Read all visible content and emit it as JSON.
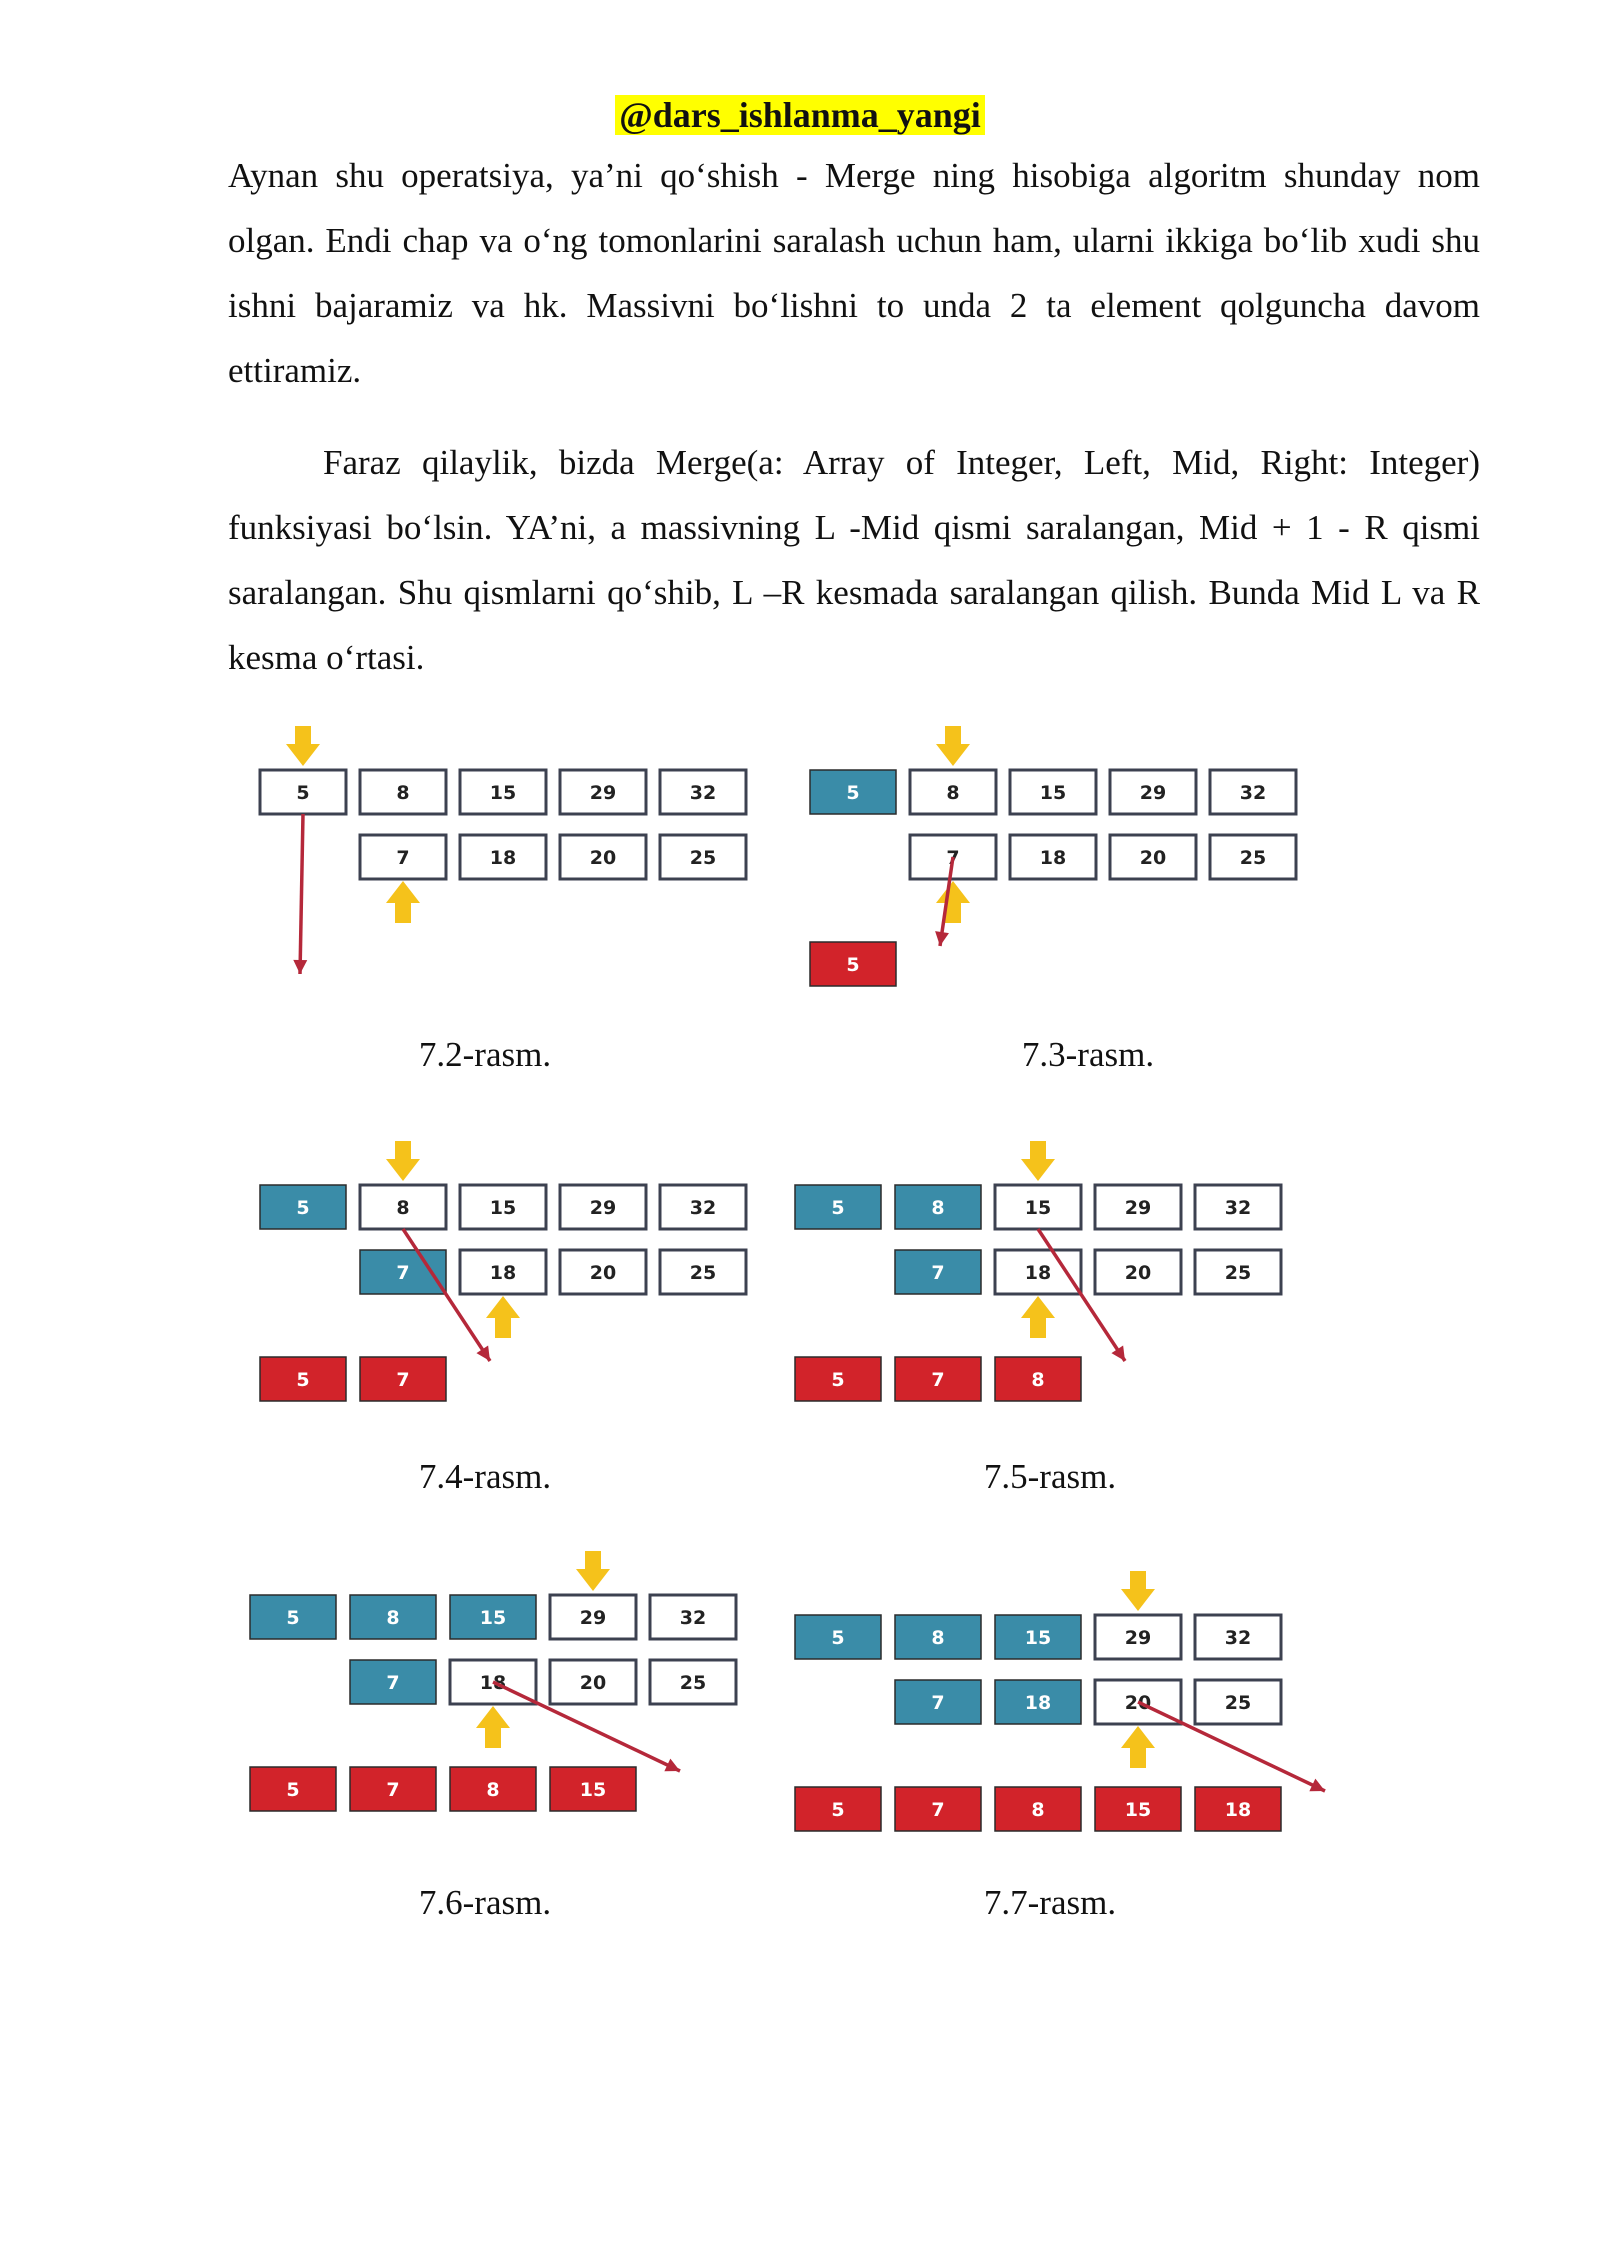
{
  "header": "@dars_ishlanma_yangi",
  "paragraphs": [
    "Aynan shu operatsiya, ya’ni qo‘shish - Merge  ning hisobiga algoritm shunday nom olgan. Endi chap va o‘ng tomonlarini saralash uchun ham, ularni ikkiga bo‘lib xudi shu ishni bajaramiz va hk. Massivni bo‘lishni to unda 2 ta element qolguncha davom ettiramiz.",
    "Faraz qilaylik, bizda Merge(a: Array of Integer, Left, Mid, Right: Integer) funksiyasi bo‘lsin. YA’ni, a massivning L -Mid qismi saralangan, Mid + 1 - R qismi saralangan. Shu qismlarni qo‘shib, L –R kesmada saralangan qilish. Bunda Mid L va R kesma o‘rtasi."
  ],
  "colors": {
    "blue": "#3a8ca8",
    "red": "#d2232a",
    "arrow_red": "#b5283a",
    "yellow": "#f5c21b",
    "box_border": "#3c4150",
    "highlight": "#ffff00"
  },
  "figures": [
    {
      "caption": "7.2-rasm.",
      "top": [
        5,
        8,
        15,
        29,
        32
      ],
      "bottom": [
        7,
        18,
        20,
        25
      ],
      "result": [],
      "top_done": 0,
      "bottom_done": 0,
      "top_ptr": 0,
      "bottom_ptr": 0
    },
    {
      "caption": "7.3-rasm.",
      "top": [
        5,
        8,
        15,
        29,
        32
      ],
      "bottom": [
        7,
        18,
        20,
        25
      ],
      "result": [
        5
      ],
      "top_done": 1,
      "bottom_done": 0,
      "top_ptr": 1,
      "bottom_ptr": 0
    },
    {
      "caption": "7.4-rasm.",
      "top": [
        5,
        8,
        15,
        29,
        32
      ],
      "bottom": [
        7,
        18,
        20,
        25
      ],
      "result": [
        5,
        7
      ],
      "top_done": 1,
      "bottom_done": 1,
      "top_ptr": 1,
      "bottom_ptr": 1
    },
    {
      "caption": "7.5-rasm.",
      "top": [
        5,
        8,
        15,
        29,
        32
      ],
      "bottom": [
        7,
        18,
        20,
        25
      ],
      "result": [
        5,
        7,
        8
      ],
      "top_done": 2,
      "bottom_done": 1,
      "top_ptr": 2,
      "bottom_ptr": 1
    },
    {
      "caption": "7.6-rasm.",
      "top": [
        5,
        8,
        15,
        29,
        32
      ],
      "bottom": [
        7,
        18,
        20,
        25
      ],
      "result": [
        5,
        7,
        8,
        15
      ],
      "top_done": 3,
      "bottom_done": 1,
      "top_ptr": 3,
      "bottom_ptr": 1
    },
    {
      "caption": "7.7-rasm.",
      "top": [
        5,
        8,
        15,
        29,
        32
      ],
      "bottom": [
        7,
        18,
        20,
        25
      ],
      "result": [
        5,
        7,
        8,
        15,
        18
      ],
      "top_done": 3,
      "bottom_done": 2,
      "top_ptr": 3,
      "bottom_ptr": 2
    }
  ]
}
